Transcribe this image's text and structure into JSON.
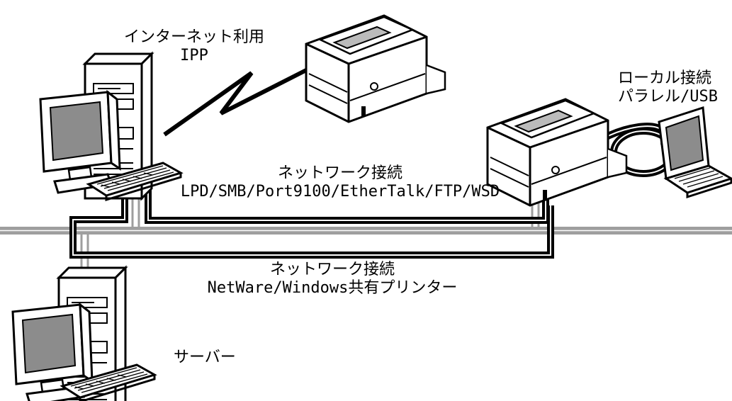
{
  "labels": {
    "internet": {
      "line1": "インターネット利用",
      "line2": "IPP"
    },
    "local": {
      "line1": "ローカル接続",
      "line2": "パラレル/USB"
    },
    "network1": {
      "line1": "ネットワーク接続",
      "line2": "LPD/SMB/Port9100/EtherTalk/FTP/WSD"
    },
    "network2": {
      "line1": "ネットワーク接続",
      "line2": "NetWare/Windows共有プリンター"
    },
    "server": "サーバー"
  },
  "colors": {
    "lan_backbone": "#9e9e9e",
    "cable": "#000000",
    "device_fill": "#ffffff",
    "screen": "#8c8c8c"
  }
}
